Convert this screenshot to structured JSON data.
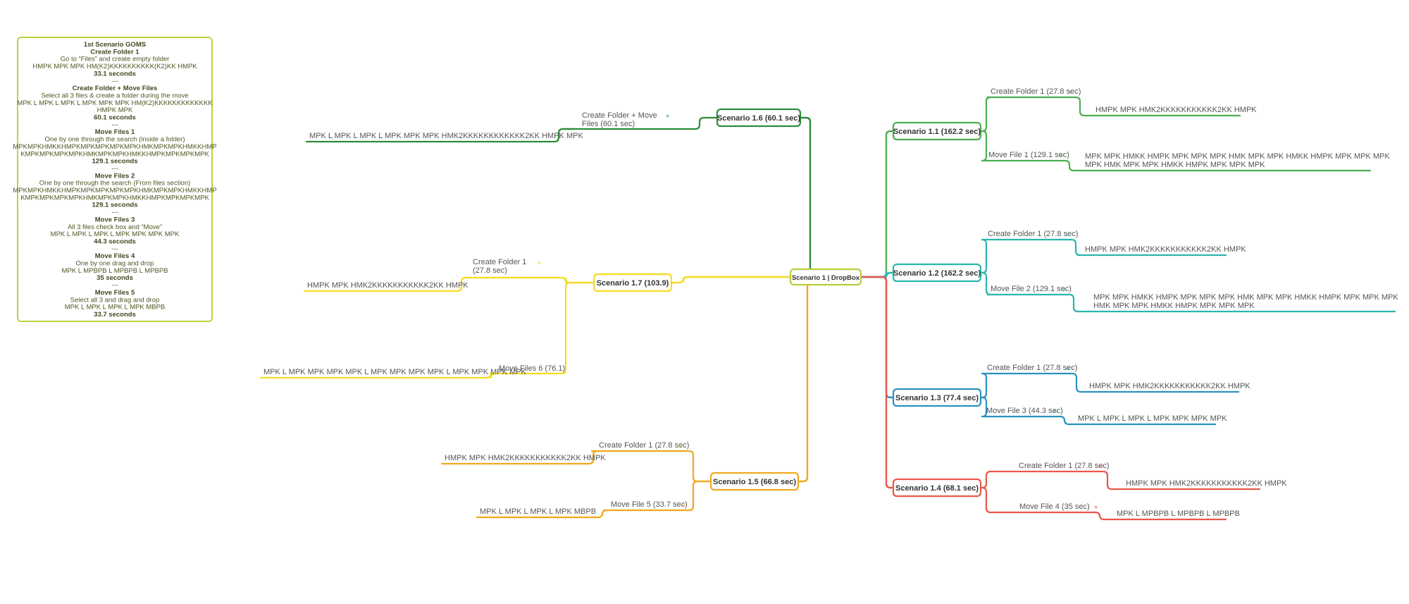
{
  "note": {
    "lines": [
      {
        "text": "1st Scenario GOMS",
        "bold": true
      },
      {
        "text": "Create Folder 1",
        "bold": true
      },
      {
        "text": "Go to “Files” and create empty folder",
        "bold": false
      },
      {
        "text": "HMPK MPK MPK HM(K2)KKKKKKKKKK(K2)KK HMPK",
        "bold": false
      },
      {
        "text": "33.1 seconds",
        "bold": true
      },
      {
        "text": "---",
        "bold": false
      },
      {
        "text": "Create Folder + Move Files",
        "bold": true
      },
      {
        "text": "Select all 3 files & create a folder during the move",
        "bold": false
      },
      {
        "text": "MPK L MPK L MPK L MPK MPK MPK HM(K2)KKKKKKKKKKKKK",
        "bold": false
      },
      {
        "text": "HMPK MPK",
        "bold": false
      },
      {
        "text": "60.1 seconds",
        "bold": true
      },
      {
        "text": "---",
        "bold": false
      },
      {
        "text": "Move Files 1",
        "bold": true
      },
      {
        "text": "One by one through the search (inside a folder)",
        "bold": false
      },
      {
        "text": "MPKMPKHMKKHMPKMPKMPKMPKMPKHMKMPKMPKHMKKHMP",
        "bold": false
      },
      {
        "text": "KMPKMPKMPKMPKHMKMPKMPKHMKKHMPKMPKMPKMPK",
        "bold": false
      },
      {
        "text": "129.1 seconds",
        "bold": true
      },
      {
        "text": "---",
        "bold": false
      },
      {
        "text": "Move Files 2",
        "bold": true
      },
      {
        "text": "One by one through the search (From files section)",
        "bold": false
      },
      {
        "text": "MPKMPKHMKKHMPKMPKMPKMPKMPKHMKMPKMPKHMKKHMP",
        "bold": false
      },
      {
        "text": "KMPKMPKMPKMPKHMKMPKMPKHMKKHMPKMPKMPKMPK",
        "bold": false
      },
      {
        "text": "129.1 seconds",
        "bold": true
      },
      {
        "text": "---",
        "bold": false
      },
      {
        "text": "Move Files 3",
        "bold": true
      },
      {
        "text": "All 3 files check box and “Move”",
        "bold": false
      },
      {
        "text": "MPK L MPK L MPK L MPK MPK MPK MPK",
        "bold": false
      },
      {
        "text": "44.3 seconds",
        "bold": true
      },
      {
        "text": "---",
        "bold": false
      },
      {
        "text": "Move Files 4",
        "bold": true
      },
      {
        "text": "One by  one drag and drop",
        "bold": false
      },
      {
        "text": "MPK L MPBPB L MPBPB L MPBPB",
        "bold": false
      },
      {
        "text": "35 seconds",
        "bold": true
      },
      {
        "text": "---",
        "bold": false
      },
      {
        "text": "Move Files 5",
        "bold": true
      },
      {
        "text": "Select all 3 and drag and drop",
        "bold": false
      },
      {
        "text": "MPK L MPK L MPK L MPK MBPB",
        "bold": false
      },
      {
        "text": "33.7 seconds",
        "bold": true
      }
    ]
  },
  "root": {
    "label": "Scenario 1 | DropBox",
    "color": "#b5cf3a"
  },
  "scenarios": [
    {
      "id": "s11",
      "label": "Scenario 1.1 (162.2 sec)",
      "color": "#4caf50",
      "branches": [
        {
          "label": "Create Folder 1 (27.8 sec)",
          "lines": [
            "HMPK MPK HMK2KKKKKKKKKKK2KK HMPK"
          ]
        },
        {
          "label": "Move File 1 (129.1 sec)",
          "lines": [
            "MPK MPK HMKK HMPK MPK MPK MPK HMK MPK MPK HMKK HMPK MPK MPK MPK",
            "MPK HMK MPK MPK HMKK HMPK MPK MPK MPK"
          ]
        }
      ]
    },
    {
      "id": "s12",
      "label": "Scenario 1.2 (162.2 sec)",
      "color": "#2bb5ae",
      "branches": [
        {
          "label": "Create Folder 1 (27.8 sec)",
          "lines": [
            "HMPK MPK HMK2KKKKKKKKKKK2KK HMPK"
          ]
        },
        {
          "label": "Move File 2 (129.1 sec)",
          "lines": [
            "MPK MPK HMKK HMPK MPK MPK MPK HMK MPK MPK HMKK HMPK MPK MPK MPK",
            "HMK MPK MPK HMKK HMPK MPK MPK MPK"
          ]
        }
      ]
    },
    {
      "id": "s13",
      "label": "Scenario 1.3 (77.4 sec)",
      "color": "#2a93c0",
      "branches": [
        {
          "label": "Create Folder 1 (27.8 sec)",
          "lines": [
            "HMPK MPK HMK2KKKKKKKKKKK2KK HMPK"
          ]
        },
        {
          "label": "Move File 3 (44.3 sec)",
          "lines": [
            "MPK L MPK L MPK L MPK MPK MPK MPK"
          ]
        }
      ]
    },
    {
      "id": "s14",
      "label": "Scenario 1.4 (68.1 sec)",
      "color": "#e8584a",
      "branches": [
        {
          "label": "Create Folder 1 (27.8 sec)",
          "lines": [
            "HMPK MPK HMK2KKKKKKKKKKK2KK HMPK"
          ]
        },
        {
          "label": "Move File 4 (35 sec)",
          "lines": [
            "MPK L MPBPB L MPBPB L MPBPB"
          ]
        }
      ]
    },
    {
      "id": "s15",
      "label": "Scenario 1.5 (66.8 sec)",
      "color": "#f0a91e",
      "branches": [
        {
          "label": "Create Folder 1 (27.8 sec)",
          "lines": [
            "HMPK MPK HMK2KKKKKKKKKKK2KK HMPK"
          ]
        },
        {
          "label": "Move File 5 (33.7 sec)",
          "lines": [
            "MPK L MPK L MPK L MPK MBPB"
          ]
        }
      ]
    },
    {
      "id": "s16",
      "label": "Scenario 1.6 (60.1 sec)",
      "color": "#2e8b3a",
      "branches": [
        {
          "label": "Create Folder + Move Files (60.1 sec)",
          "lines": [
            "MPK L MPK L MPK L MPK MPK MPK HMK2KKKKKKKKKKKK2KK HMPK MPK"
          ]
        }
      ]
    },
    {
      "id": "s17",
      "label": "Scenario 1.7 (103.9)",
      "color": "#f5dc1f",
      "branches": [
        {
          "label": "Create Folder 1 (27.8 sec)",
          "lines": [
            "HMPK MPK HMK2KKKKKKKKKKK2KK HMPK"
          ]
        },
        {
          "label": "Move Files 6 (76.1)",
          "lines": [
            "MPK L MPK MPK MPK MPK L MPK MPK MPK MPK L MPK MPK MPK MPK"
          ]
        }
      ]
    }
  ]
}
